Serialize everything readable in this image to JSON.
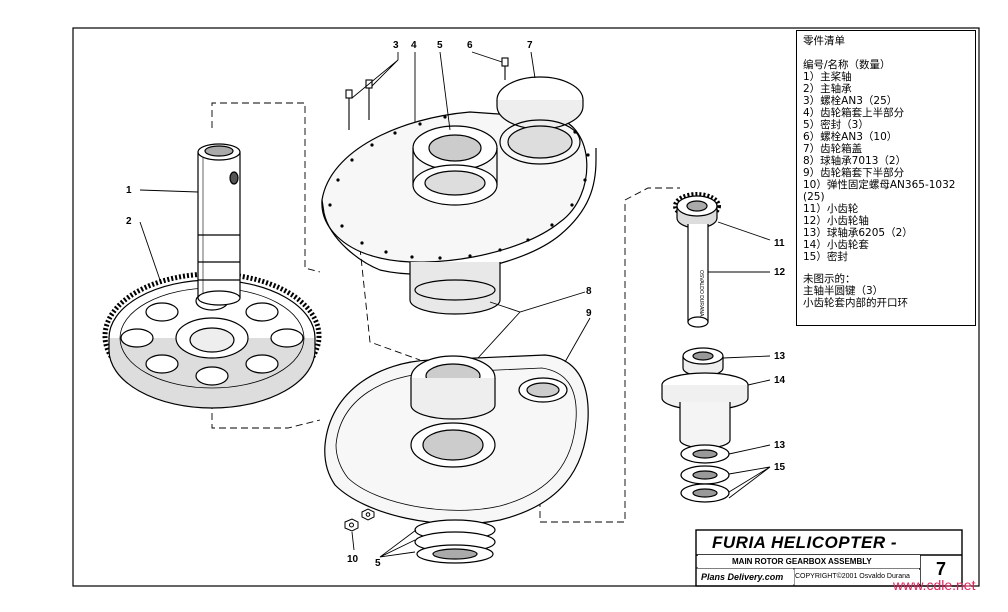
{
  "diagram": {
    "callouts": [
      "1",
      "2",
      "3",
      "4",
      "5",
      "6",
      "7",
      "8",
      "9",
      "10",
      "5",
      "11",
      "12",
      "13",
      "14",
      "13",
      "15"
    ]
  },
  "parts_list": {
    "title": "零件清单",
    "header": "编号/名称（数量）",
    "items": [
      "1）主桨轴",
      "2）主轴承",
      "3）螺栓AN3（25）",
      "4）齿轮箱套上半部分",
      "5）密封（3）",
      "6）螺栓AN3（10）",
      "7）齿轮箱盖",
      "8）球轴承7013（2）",
      "9）齿轮箱套下半部分",
      "10）弹性固定螺母AN365-1032",
      "(25)",
      "11）小齿轮",
      "12）小齿轮轴",
      "13）球轴承6205（2）",
      "14）小齿轮套",
      "15）密封"
    ],
    "note_title": "未图示的：",
    "notes": [
      "主轴半圆键（3）",
      "小齿轮套内部的开口环"
    ]
  },
  "title_block": {
    "title": "FURIA HELICOPTER -",
    "subtitle": "MAIN ROTOR GEARBOX ASSEMBLY",
    "publisher": "Plans Delivery.com",
    "copyright": "COPYRIGHT©2001 Osvaldo Durana",
    "page": "7"
  },
  "watermark": "www.cdle.net"
}
